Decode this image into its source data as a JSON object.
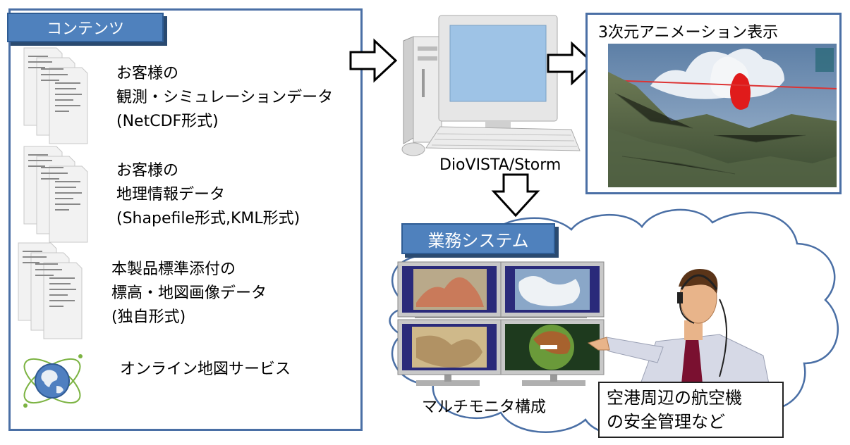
{
  "contents_panel": {
    "tag": "コンテンツ",
    "items": [
      {
        "lines": [
          "お客様の",
          "観測・シミュレーションデータ",
          "(NetCDF形式)"
        ],
        "icon": "document-stack-icon"
      },
      {
        "lines": [
          "お客様の",
          "地理情報データ",
          "(Shapefile形式,KML形式)"
        ],
        "icon": "document-stack-icon"
      },
      {
        "lines": [
          "本製品標準添付の",
          "標高・地図画像データ",
          "(独自形式)"
        ],
        "icon": "document-stack-icon"
      },
      {
        "lines": [
          "オンライン地図サービス"
        ],
        "icon": "globe-icon"
      }
    ]
  },
  "software_label": "DioVISTA/Storm",
  "display_panel": {
    "title": "3次元アニメーション表示"
  },
  "business_system": {
    "tag": "業務システム",
    "monitor_caption": "マルチモニタ構成"
  },
  "callout": {
    "lines": [
      "空港周辺の航空機",
      "の安全管理など"
    ]
  },
  "colors": {
    "accent": "#4f81bd",
    "border": "#4a6fa5"
  }
}
